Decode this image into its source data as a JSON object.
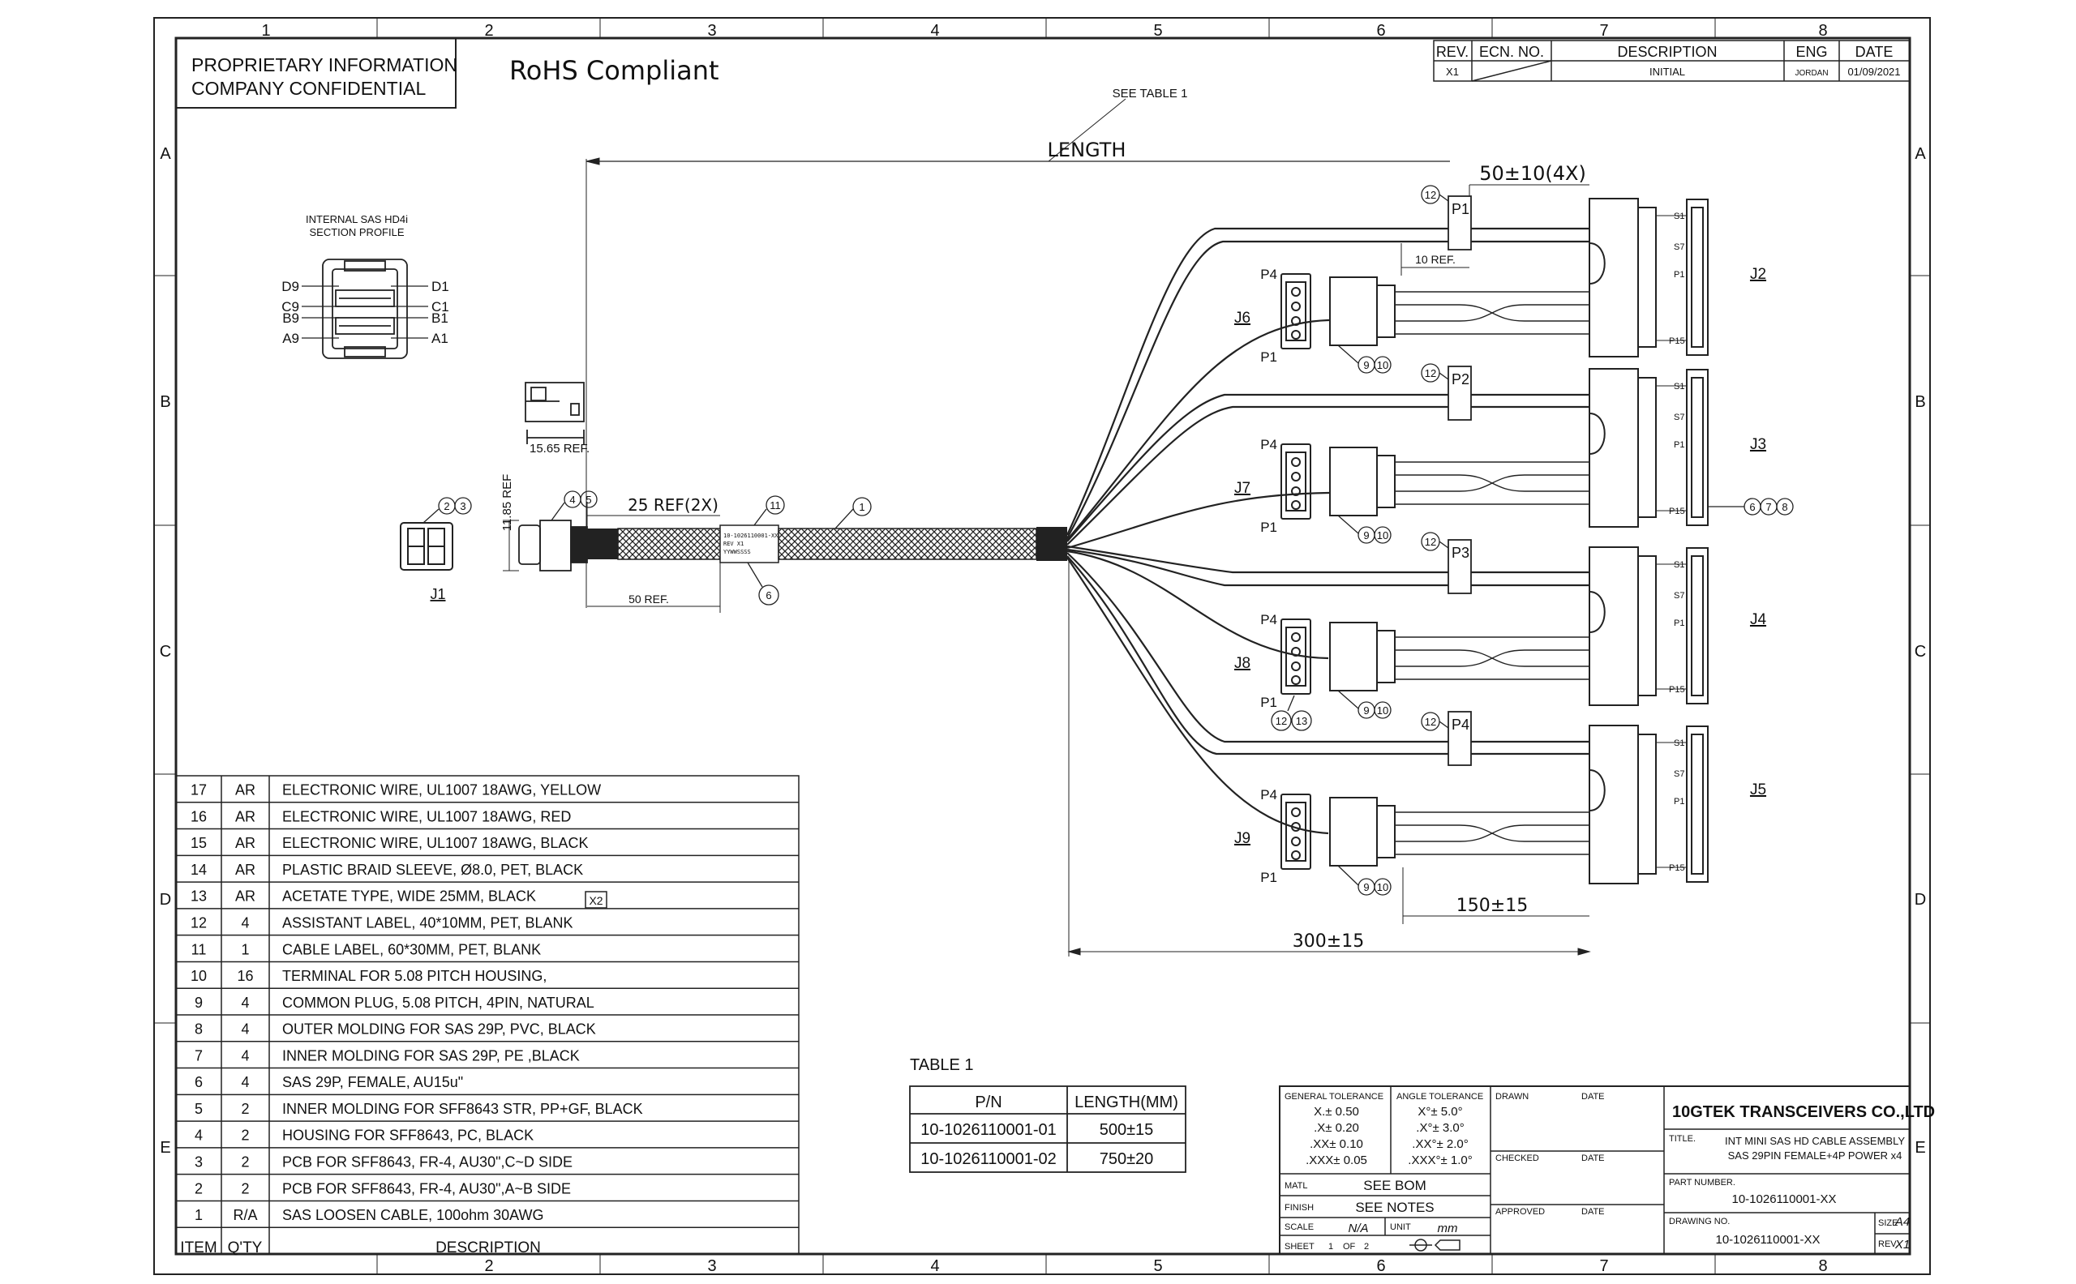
{
  "header": {
    "proprietary_line1": "PROPRIETARY INFORMATION",
    "proprietary_line2": "COMPANY CONFIDENTIAL",
    "rohs": "RoHS Compliant"
  },
  "grid": {
    "columns": [
      "1",
      "2",
      "3",
      "4",
      "5",
      "6",
      "7",
      "8"
    ],
    "rows": [
      "A",
      "B",
      "C",
      "D",
      "E"
    ]
  },
  "revision": {
    "headers": [
      "REV.",
      "ECN. NO.",
      "DESCRIPTION",
      "ENG",
      "DATE"
    ],
    "row": [
      "X1",
      "",
      "INITIAL",
      "JORDAN",
      "01/09/2021"
    ]
  },
  "labels": {
    "see_table": "SEE TABLE 1",
    "length": "LENGTH",
    "section_line1": "INTERNAL SAS HD4i",
    "section_line2": "SECTION PROFILE",
    "pins_left": [
      "D9",
      "C9",
      "B9",
      "A9"
    ],
    "pins_right": [
      "D1",
      "C1",
      "B1",
      "A1"
    ],
    "dim_15_65": "15.65 REF.",
    "dim_11_85": "11.85 REF",
    "dim_25": "25 REF(2X)",
    "dim_50ref": "50 REF.",
    "dim_50_10": "50±10(4X)",
    "dim_10ref": "10 REF.",
    "dim_150": "150±15",
    "dim_300": "300±15",
    "j1": "J1",
    "label_line1": "10-1026110001-XX",
    "label_line2": "REV X1",
    "label_line3": "YYWWSSSS",
    "sata": [
      "J2",
      "J3",
      "J4",
      "J5"
    ],
    "power": [
      "J6",
      "J7",
      "J8",
      "J9"
    ],
    "tags": [
      "P1",
      "P2",
      "P3",
      "P4"
    ],
    "pin_s1": "S1",
    "pin_s7": "S7",
    "pin_p1": "P1",
    "pin_p15": "P15",
    "pin_p4": "P4",
    "balloons": [
      "1",
      "2",
      "3",
      "4",
      "5",
      "6",
      "7",
      "8",
      "9",
      "10",
      "11",
      "12",
      "13"
    ]
  },
  "bom": {
    "rows": [
      {
        "item": "17",
        "qty": "AR",
        "desc": "ELECTRONIC WIRE, UL1007 18AWG, YELLOW"
      },
      {
        "item": "16",
        "qty": "AR",
        "desc": "ELECTRONIC WIRE, UL1007 18AWG, RED"
      },
      {
        "item": "15",
        "qty": "AR",
        "desc": "ELECTRONIC WIRE, UL1007 18AWG, BLACK"
      },
      {
        "item": "14",
        "qty": "AR",
        "desc": "PLASTIC BRAID SLEEVE, Ø8.0, PET, BLACK"
      },
      {
        "item": "13",
        "qty": "AR",
        "desc": "ACETATE TYPE, WIDE 25MM, BLACK"
      },
      {
        "item": "12",
        "qty": "4",
        "desc": "ASSISTANT LABEL, 40*10MM, PET, BLANK"
      },
      {
        "item": "11",
        "qty": "1",
        "desc": "CABLE LABEL, 60*30MM, PET, BLANK"
      },
      {
        "item": "10",
        "qty": "16",
        "desc": "TERMINAL FOR 5.08 PITCH HOUSING,"
      },
      {
        "item": "9",
        "qty": "4",
        "desc": "COMMON PLUG, 5.08 PITCH, 4PIN, NATURAL"
      },
      {
        "item": "8",
        "qty": "4",
        "desc": "OUTER MOLDING FOR SAS 29P, PVC, BLACK"
      },
      {
        "item": "7",
        "qty": "4",
        "desc": "INNER MOLDING FOR SAS 29P, PE ,BLACK"
      },
      {
        "item": "6",
        "qty": "4",
        "desc": "SAS 29P, FEMALE, AU15u\""
      },
      {
        "item": "5",
        "qty": "2",
        "desc": "INNER MOLDING FOR SFF8643 STR, PP+GF, BLACK"
      },
      {
        "item": "4",
        "qty": "2",
        "desc": "HOUSING FOR SFF8643, PC, BLACK"
      },
      {
        "item": "3",
        "qty": "2",
        "desc": "PCB FOR SFF8643, FR-4, AU30\",C~D SIDE"
      },
      {
        "item": "2",
        "qty": "2",
        "desc": "PCB FOR SFF8643, FR-4, AU30\",A~B SIDE"
      },
      {
        "item": "1",
        "qty": "R/A",
        "desc": "SAS LOOSEN CABLE, 100ohm 30AWG"
      }
    ],
    "x2_mark": "X2",
    "header": {
      "item": "ITEM",
      "qty": "Q'TY",
      "desc": "DESCRIPTION"
    }
  },
  "table1": {
    "title": "TABLE 1",
    "headers": [
      "P/N",
      "LENGTH(MM)"
    ],
    "rows": [
      [
        "10-1026110001-01",
        "500±15"
      ],
      [
        "10-1026110001-02",
        "750±20"
      ]
    ]
  },
  "titleblock": {
    "gen_tol": "GENERAL TOLERANCE",
    "ang_tol": "ANGLE TOLERANCE",
    "tol_rows": [
      [
        " X.± 0.50",
        " X°± 5.0°"
      ],
      [
        " .X± 0.20",
        ".X°± 3.0°"
      ],
      [
        ".XX± 0.10",
        ".XX°± 2.0°"
      ],
      [
        ".XXX± 0.05",
        ".XXX°± 1.0°"
      ]
    ],
    "matl": "MATL",
    "matl_val": "SEE BOM",
    "finish": "FINISH",
    "finish_val": "SEE NOTES",
    "scale": "SCALE",
    "scale_val": "N/A",
    "unit": "UNIT",
    "unit_val": "mm",
    "sheet": "SHEET",
    "sheet_no": "1",
    "of": "OF",
    "sheet_total": "2",
    "drawn": "DRAWN",
    "checked": "CHECKED",
    "approved": "APPROVED",
    "date": "DATE",
    "company": "10GTEK TRANSCEIVERS CO.,LTD",
    "title_label": "TITLE.",
    "title_line1": "INT MINI SAS HD CABLE ASSEMBLY",
    "title_line2": "SAS 29PIN FEMALE+4P POWER x4",
    "part_label": "PART NUMBER.",
    "part_no": "10-1026110001-XX",
    "dwg_label": "DRAWING NO.",
    "dwg_no": "10-1026110001-XX",
    "size_label": "SIZE",
    "size_val": "A4",
    "rev_label": "REV.",
    "rev_val": "X1"
  }
}
